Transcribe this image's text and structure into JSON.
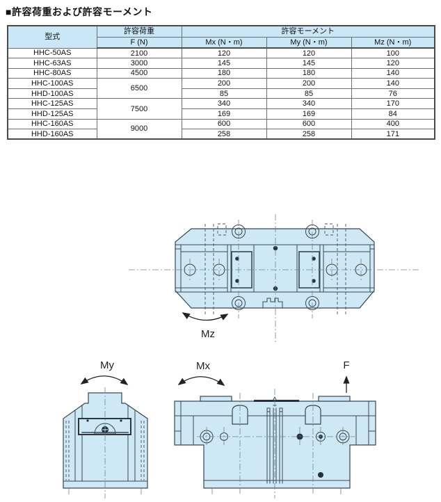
{
  "page": {
    "title": "■許容荷重および許容モーメント"
  },
  "table": {
    "header": {
      "model": "型式",
      "load_group": "許容荷重",
      "moment_group": "許容モーメント",
      "f_unit": "F (N)",
      "mx_unit": "Mx (N・m)",
      "my_unit": "My (N・m)",
      "mz_unit": "Mz (N・m)"
    },
    "rows": [
      {
        "model": "HHC-50AS",
        "f": "2100",
        "mx": "120",
        "my": "120",
        "mz": "100"
      },
      {
        "model": "HHC-63AS",
        "f": "3000",
        "mx": "145",
        "my": "145",
        "mz": "120"
      },
      {
        "model": "HHC-80AS",
        "f": "4500",
        "mx": "180",
        "my": "180",
        "mz": "140"
      },
      {
        "model": "HHC-100AS",
        "f": "6500",
        "mx": "200",
        "my": "200",
        "mz": "140"
      },
      {
        "model": "HHD-100AS",
        "mx": "85",
        "my": "85",
        "mz": "76"
      },
      {
        "model": "HHC-125AS",
        "f": "7500",
        "mx": "340",
        "my": "340",
        "mz": "170"
      },
      {
        "model": "HHD-125AS",
        "mx": "169",
        "my": "169",
        "mz": "84"
      },
      {
        "model": "HHC-160AS",
        "f": "9000",
        "mx": "600",
        "my": "600",
        "mz": "400"
      },
      {
        "model": "HHD-160AS",
        "mx": "258",
        "my": "258",
        "mz": "171"
      }
    ]
  },
  "diagram": {
    "labels": {
      "mz": "Mz",
      "my": "My",
      "mx": "Mx",
      "f": "F"
    }
  },
  "colors": {
    "header_bg": "#cae7f7",
    "drawing_fill": "#cfe8f6",
    "drawing_line": "#37474f"
  }
}
